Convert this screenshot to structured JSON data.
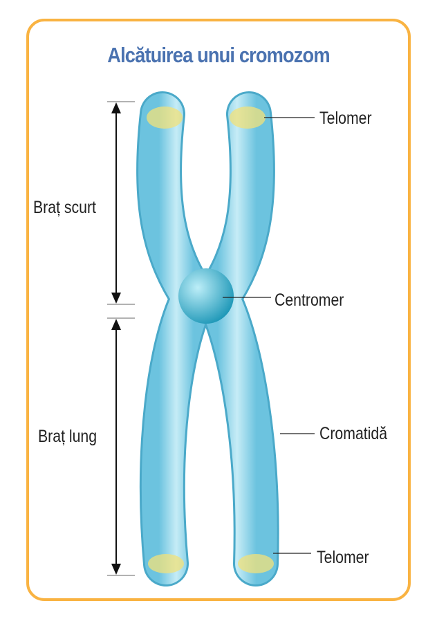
{
  "title": "Alcătuirea unui cromozom",
  "labels": {
    "telomer_top": "Telomer",
    "brat_scurt": "Braț scurt",
    "centromer": "Centromer",
    "brat_lung": "Braț lung",
    "cromatida": "Cromatidă",
    "telomer_bottom": "Telomer"
  },
  "colors": {
    "frame": "#f9b342",
    "title": "#4a72b0",
    "chromatid": "#8fd3e8",
    "centromere": "#3fb0cc",
    "telomere": "#f2e27a"
  }
}
